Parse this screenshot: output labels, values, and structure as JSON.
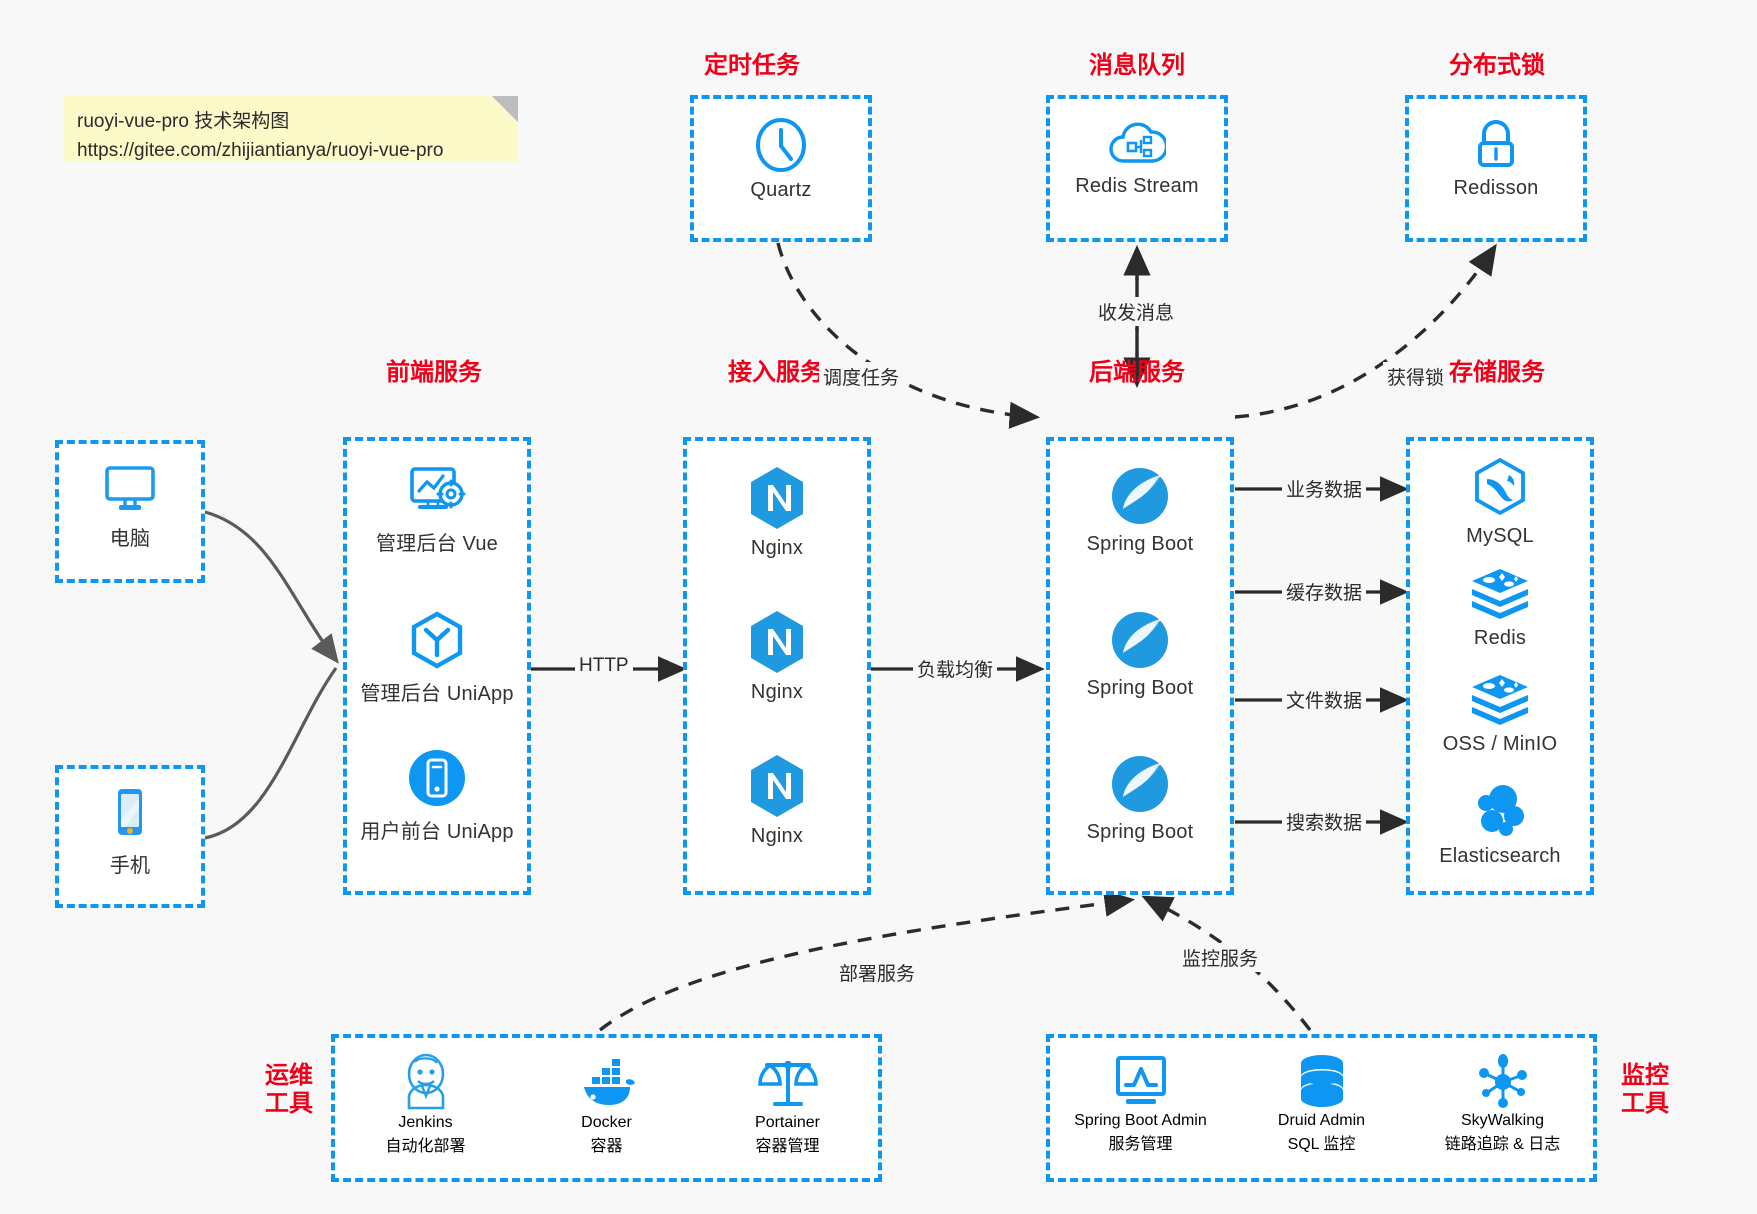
{
  "note": {
    "line1": "ruoyi-vue-pro 技术架构图",
    "line2": "https://gitee.com/zhijiantianya/ruoyi-vue-pro"
  },
  "colors": {
    "accent_blue": "#0d96f2",
    "title_red": "#f00018",
    "note_yellow": "#fcfac8",
    "background": "#f8f8f9",
    "wire_dark": "#2b2b2b",
    "wire_gray": "#6b6b6b"
  },
  "groups": {
    "scheduled_task": {
      "title": "定时任务",
      "nodes": [
        {
          "label": "Quartz",
          "icon": "clock-icon"
        }
      ]
    },
    "message_queue": {
      "title": "消息队列",
      "nodes": [
        {
          "label": "Redis Stream",
          "icon": "cloud-stream-icon"
        }
      ]
    },
    "distributed_lock": {
      "title": "分布式锁",
      "nodes": [
        {
          "label": "Redisson",
          "icon": "lock-icon"
        }
      ]
    },
    "clients": {
      "nodes": [
        {
          "label": "电脑",
          "icon": "desktop-monitor-icon"
        },
        {
          "label": "手机",
          "icon": "mobile-phone-icon"
        }
      ]
    },
    "frontend": {
      "title": "前端服务",
      "nodes": [
        {
          "label": "管理后台 Vue",
          "icon": "dashboard-gear-icon"
        },
        {
          "label": "管理后台 UniApp",
          "icon": "cube-y-icon"
        },
        {
          "label": "用户前台 UniApp",
          "icon": "phone-circle-icon"
        }
      ]
    },
    "gateway": {
      "title": "接入服务",
      "nodes": [
        {
          "label": "Nginx",
          "icon": "nginx-icon"
        },
        {
          "label": "Nginx",
          "icon": "nginx-icon"
        },
        {
          "label": "Nginx",
          "icon": "nginx-icon"
        }
      ]
    },
    "backend": {
      "title": "后端服务",
      "nodes": [
        {
          "label": "Spring Boot",
          "icon": "spring-leaf-icon"
        },
        {
          "label": "Spring Boot",
          "icon": "spring-leaf-icon"
        },
        {
          "label": "Spring Boot",
          "icon": "spring-leaf-icon"
        }
      ]
    },
    "storage": {
      "title": "存储服务",
      "nodes": [
        {
          "label": "MySQL",
          "icon": "mysql-dolphin-icon"
        },
        {
          "label": "Redis",
          "icon": "redis-stack-icon"
        },
        {
          "label": "OSS / MinIO",
          "icon": "redis-stack-icon"
        },
        {
          "label": "Elasticsearch",
          "icon": "elasticsearch-icon"
        }
      ]
    },
    "ops_tools": {
      "title_line1": "运维",
      "title_line2": "工具",
      "nodes": [
        {
          "name": "Jenkins",
          "desc": "自动化部署",
          "icon": "jenkins-butler-icon"
        },
        {
          "name": "Docker",
          "desc": "容器",
          "icon": "docker-whale-icon"
        },
        {
          "name": "Portainer",
          "desc": "容器管理",
          "icon": "scales-icon"
        }
      ]
    },
    "monitor_tools": {
      "title_line1": "监控",
      "title_line2": "工具",
      "nodes": [
        {
          "name": "Spring Boot Admin",
          "desc": "服务管理",
          "icon": "monitor-chart-icon"
        },
        {
          "name": "Druid Admin",
          "desc": "SQL 监控",
          "icon": "database-stack-icon"
        },
        {
          "name": "SkyWalking",
          "desc": "链路追踪 & 日志",
          "icon": "skywalking-nodes-icon"
        }
      ]
    }
  },
  "edges": [
    {
      "id": "http",
      "label": "HTTP",
      "style": "solid"
    },
    {
      "id": "load-balance",
      "label": "负载均衡",
      "style": "solid"
    },
    {
      "id": "schedule-task",
      "label": "调度任务",
      "style": "dashed"
    },
    {
      "id": "mq-messages",
      "label": "收发消息",
      "style": "dashed"
    },
    {
      "id": "acquire-lock",
      "label": "获得锁",
      "style": "dashed"
    },
    {
      "id": "business-data",
      "label": "业务数据",
      "style": "solid"
    },
    {
      "id": "cache-data",
      "label": "缓存数据",
      "style": "solid"
    },
    {
      "id": "file-data",
      "label": "文件数据",
      "style": "solid"
    },
    {
      "id": "search-data",
      "label": "搜索数据",
      "style": "solid"
    },
    {
      "id": "deploy-service",
      "label": "部署服务",
      "style": "dashed"
    },
    {
      "id": "monitor-service",
      "label": "监控服务",
      "style": "dashed"
    }
  ]
}
